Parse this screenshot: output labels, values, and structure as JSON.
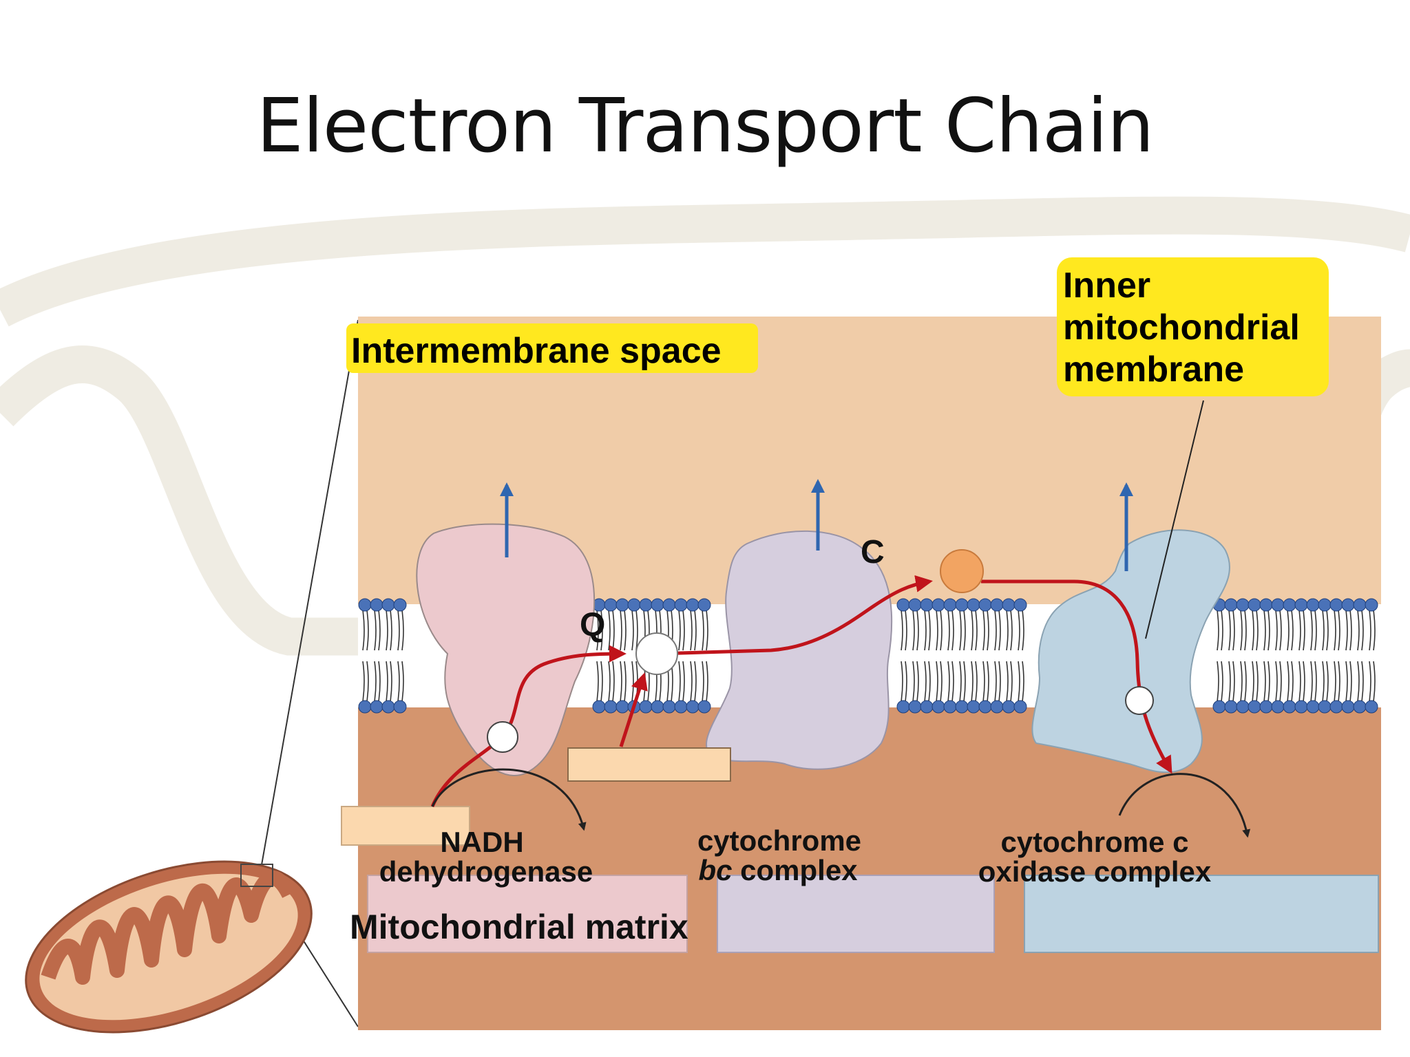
{
  "title": "Electron Transport Chain",
  "labels": {
    "intermembrane_space": "Intermembrane space",
    "inner_membrane": [
      "Inner",
      "mitochondrial",
      "membrane"
    ],
    "mitochondrial_matrix": "Mitochondrial matrix",
    "q": "Q",
    "c": "C",
    "nadh_dehydrogenase": [
      "NADH",
      "dehydrogenase"
    ],
    "cytochrome_bc": [
      "cytochrome",
      "bc",
      "complex"
    ],
    "cytochrome_c_oxidase": [
      "cytochrome c",
      "oxidase complex"
    ]
  },
  "colors": {
    "intermembrane": "#f0cca8",
    "matrix": "#d4956e",
    "highlight": "#ffe81f",
    "nadh_complex": "#ecc9cd",
    "bc_complex": "#d6cede",
    "oxidase_complex": "#bdd3e1",
    "electron_path": "#c0141b",
    "proton_arrow": "#2f66b0",
    "lipid_head": "#4a72b8",
    "cytochrome_c_ball": "#f2a462",
    "outer_band": "#efece3",
    "mitochondrion": "#bd6a4a",
    "substrate_box": "#fbd8ae"
  }
}
